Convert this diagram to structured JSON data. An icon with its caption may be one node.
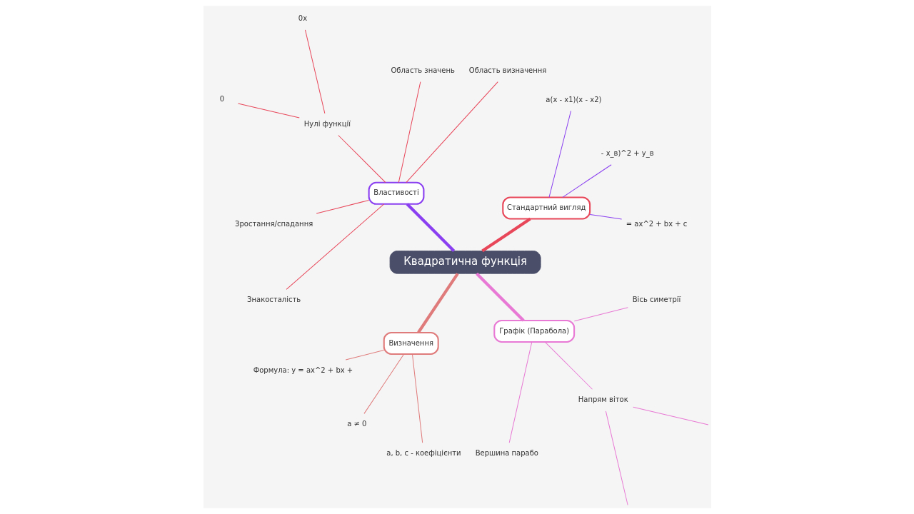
{
  "diagram": {
    "nodes": [
      {
        "text": [
          "Квадратична функція"
        ]
      },
      {
        "text": [
          "Стандартний вигляд"
        ]
      },
      {
        "text": [
          "= ax^2 + bx + c"
        ]
      },
      {
        "text": [
          "- x_в)^2 + y_в"
        ]
      },
      {
        "text": [
          "a(x - x1)(x - x2)"
        ]
      },
      {
        "text": [
          "Властивості"
        ]
      },
      {
        "text": [
          "Область визначення"
        ]
      },
      {
        "text": [
          "Область значень"
        ]
      },
      {
        "text": [
          "Нулі функції"
        ]
      },
      {
        "text": [
          "0x"
        ]
      },
      {
        "text": [
          "0"
        ]
      },
      {
        "text": [
          "Зростання/спадання"
        ]
      },
      {
        "text": [
          "Знакосталість"
        ]
      },
      {
        "text": [
          "Визначення"
        ]
      },
      {
        "text": [
          "Формула: y = ax^2 + bx +"
        ]
      },
      {
        "text": [
          "a ≠ 0"
        ]
      },
      {
        "text": [
          "a, b, c - коефіцієнти"
        ]
      },
      {
        "text": [
          "Графік (Парабола)"
        ]
      },
      {
        "text": [
          "Вершина парабо"
        ]
      },
      {
        "text": [
          "Напрям віток"
        ]
      },
      {
        "text": [
          "Вісь симетрії"
        ]
      }
    ],
    "edges": [
      {
        "from": 0,
        "to": 1,
        "arrow": "none",
        "style": "thick"
      },
      {
        "from": 1,
        "to": 2,
        "arrow": "none",
        "color": "#8a3ff0"
      },
      {
        "from": 1,
        "to": 3,
        "arrow": "none",
        "color": "#8a3ff0"
      },
      {
        "from": 1,
        "to": 4,
        "arrow": "none",
        "color": "#8a3ff0"
      },
      {
        "from": 0,
        "to": 5,
        "arrow": "none",
        "style": "thick",
        "color": "#8a3ff0"
      },
      {
        "from": 5,
        "to": 6,
        "arrow": "none"
      },
      {
        "from": 5,
        "to": 7,
        "arrow": "none"
      },
      {
        "from": 5,
        "to": 8,
        "arrow": "none"
      },
      {
        "from": 8,
        "to": 9,
        "arrow": "none"
      },
      {
        "from": 8,
        "to": 10,
        "arrow": "none"
      },
      {
        "from": 5,
        "to": 11,
        "arrow": "none"
      },
      {
        "from": 5,
        "to": 12,
        "arrow": "none"
      },
      {
        "from": 0,
        "to": 13,
        "arrow": "none",
        "style": "thick",
        "color": "#e07b7b"
      },
      {
        "from": 13,
        "to": 14,
        "arrow": "none",
        "color": "#e07b7b"
      },
      {
        "from": 13,
        "to": 15,
        "arrow": "none",
        "color": "#e07b7b"
      },
      {
        "from": 13,
        "to": 16,
        "arrow": "none",
        "color": "#e07b7b"
      },
      {
        "from": 0,
        "to": 17,
        "arrow": "none",
        "style": "thick",
        "color": "#e879d4"
      },
      {
        "from": 17,
        "to": 18,
        "arrow": "none",
        "color": "#e879d4"
      },
      {
        "from": 17,
        "to": 19,
        "arrow": "none",
        "color": "#e879d4"
      },
      {
        "from": 17,
        "to": 20,
        "arrow": "none",
        "color": "#e879d4"
      },
      {
        "from": 19,
        "to": null,
        "arrow": "none",
        "color": "#e879d4"
      },
      {
        "from": 19,
        "to": null,
        "arrow": "none",
        "color": "#e879d4"
      }
    ]
  }
}
